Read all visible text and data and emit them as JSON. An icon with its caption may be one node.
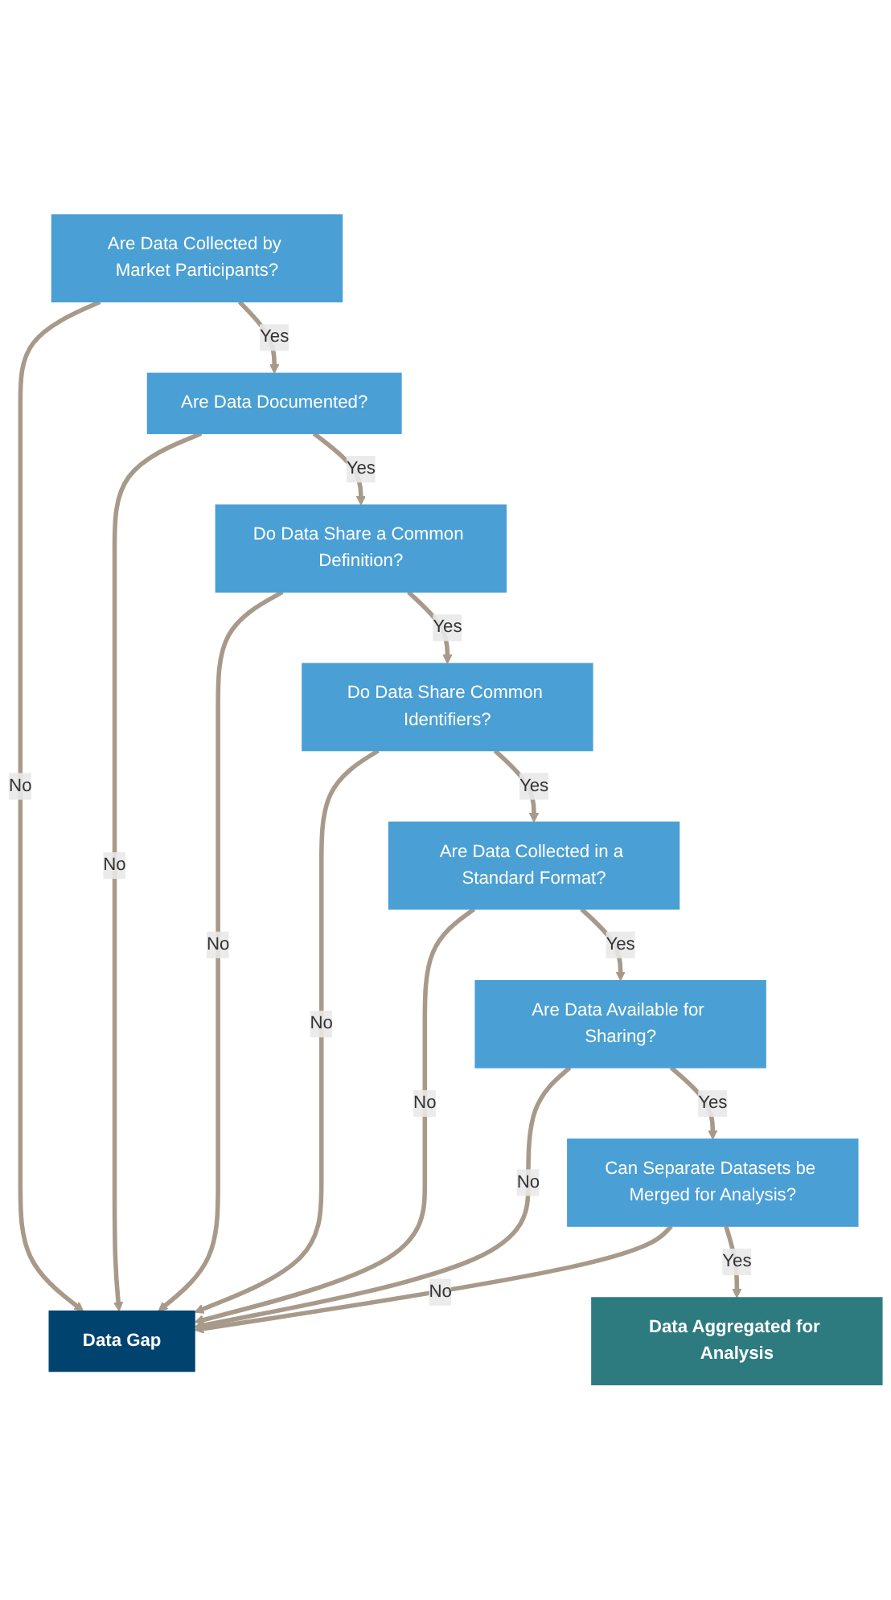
{
  "diagram": {
    "nodes": [
      {
        "text": [
          "Are Data Collected by Market Participants?"
        ]
      },
      {
        "text": [
          "Are Data Documented?"
        ]
      },
      {
        "text": [
          "Do Data Share a Common Definition?"
        ]
      },
      {
        "text": [
          "Do Data Share Common Identifiers?"
        ]
      },
      {
        "text": [
          "Are Data Collected in a Standard Format?"
        ]
      },
      {
        "text": [
          "Are Data Available for Sharing?"
        ]
      },
      {
        "text": [
          "Can Separate Datasets be Merged for Analysis?"
        ]
      },
      {
        "text": [
          "Data Gap"
        ]
      },
      {
        "text": [
          "Data Aggregated for Analysis"
        ]
      }
    ],
    "edges": [
      {
        "from": 0,
        "to": 7,
        "arrow": "to",
        "label": "No"
      },
      {
        "from": 0,
        "to": 1,
        "arrow": "to",
        "label": "Yes"
      },
      {
        "from": 1,
        "to": 7,
        "arrow": "to",
        "label": "No"
      },
      {
        "from": 1,
        "to": 2,
        "arrow": "to",
        "label": "Yes"
      },
      {
        "from": 2,
        "to": 7,
        "arrow": "to",
        "label": "No"
      },
      {
        "from": 2,
        "to": 3,
        "arrow": "to",
        "label": "Yes"
      },
      {
        "from": 3,
        "to": 7,
        "arrow": "to",
        "label": "No"
      },
      {
        "from": 3,
        "to": 4,
        "arrow": "to",
        "label": "Yes"
      },
      {
        "from": 4,
        "to": 7,
        "arrow": "to",
        "label": "No"
      },
      {
        "from": 4,
        "to": 5,
        "arrow": "to",
        "label": "Yes"
      },
      {
        "from": 5,
        "to": 7,
        "arrow": "to",
        "label": "No"
      },
      {
        "from": 5,
        "to": 6,
        "arrow": "to",
        "label": "Yes"
      },
      {
        "from": 6,
        "to": 7,
        "arrow": "to",
        "label": "No"
      },
      {
        "from": 6,
        "to": 8,
        "arrow": "to",
        "label": "Yes"
      }
    ]
  }
}
